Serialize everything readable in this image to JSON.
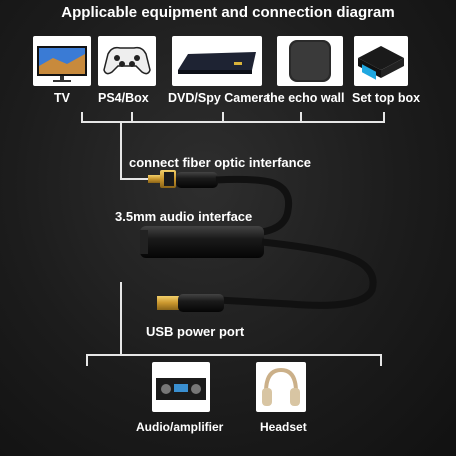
{
  "title": "Applicable equipment and connection diagram",
  "devices": [
    {
      "label": "TV",
      "icon": "tv-icon"
    },
    {
      "label": "PS4/Box",
      "icon": "gamepad-icon"
    },
    {
      "label": "DVD/Spy Camera",
      "icon": "dvd-player-icon"
    },
    {
      "label": "the echo wall",
      "icon": "speaker-icon"
    },
    {
      "label": "Set top box",
      "icon": "set-top-box-icon"
    }
  ],
  "annotations": {
    "fiber": "connect fiber optic interfance",
    "audio": "3.5mm audio interface",
    "usb": "USB power port"
  },
  "outputs": [
    {
      "label": "Audio/amplifier",
      "icon": "amplifier-icon"
    },
    {
      "label": "Headset",
      "icon": "headphones-icon"
    }
  ],
  "colors": {
    "background": "#1c1c1c",
    "line": "#e6e6e6",
    "accent_gold": "#d9a93a"
  }
}
